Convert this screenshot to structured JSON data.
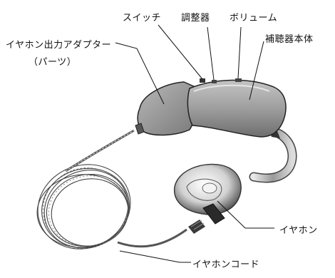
{
  "labels": {
    "switch": "スイッチ",
    "adjuster": "調整器",
    "volume": "ボリューム",
    "body": "補聴器本体",
    "adapter_line1": "イヤホン出力アダプター",
    "adapter_line2": "（パーツ）",
    "earphone": "イヤホン",
    "earphone_cord": "イヤホンコード"
  },
  "colors": {
    "background": "#ffffff",
    "device": "#9c9c9c",
    "outline": "#222222"
  }
}
